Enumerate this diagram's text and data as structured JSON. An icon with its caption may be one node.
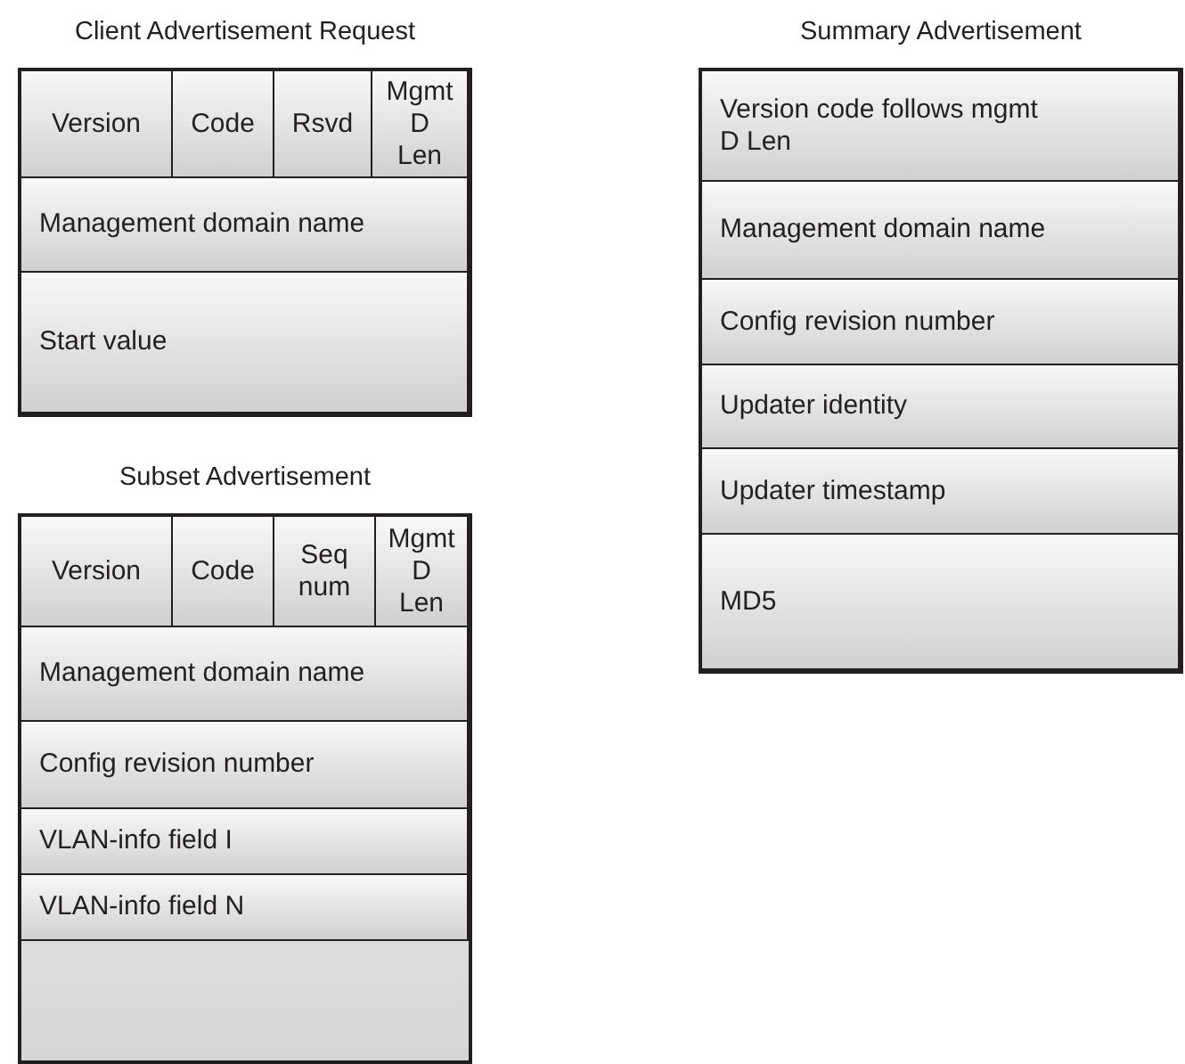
{
  "diagram": {
    "nodes": [
      {
        "text": [
          "Client Advertisement Request"
        ]
      },
      {
        "text": [
          "Version"
        ],
        "in": 0
      },
      {
        "text": [
          "Code"
        ],
        "in": 0
      },
      {
        "text": [
          "Rsvd"
        ],
        "in": 0
      },
      {
        "text": [
          "Mgmt D Len"
        ],
        "in": 0
      },
      {
        "text": [
          "Management domain name"
        ],
        "in": 0
      },
      {
        "text": [
          "Start value"
        ],
        "in": 0
      },
      {
        "text": [
          "Summary Advertisement"
        ]
      },
      {
        "text": [
          "Version code follows mgmt D Len"
        ],
        "in": 7
      },
      {
        "text": [
          "Management domain name"
        ],
        "in": 7
      },
      {
        "text": [
          "Config revision number"
        ],
        "in": 7
      },
      {
        "text": [
          "Updater identity"
        ],
        "in": 7
      },
      {
        "text": [
          "Updater timestamp"
        ],
        "in": 7
      },
      {
        "text": [
          "MD5"
        ],
        "in": 7
      },
      {
        "text": [
          "Subset Advertisement"
        ]
      },
      {
        "text": [
          "Version"
        ],
        "in": 14
      },
      {
        "text": [
          "Code"
        ],
        "in": 14
      },
      {
        "text": [
          "Seq num"
        ],
        "in": 14
      },
      {
        "text": [
          "Mgmt D Len"
        ],
        "in": 14
      },
      {
        "text": [
          "Management domain name"
        ],
        "in": 14
      },
      {
        "text": [
          "Config revision number"
        ],
        "in": 14
      },
      {
        "text": [
          "VLAN-info field I"
        ],
        "in": 14
      },
      {
        "text": [
          "VLAN-info field N"
        ],
        "in": 14
      }
    ],
    "edges": []
  }
}
